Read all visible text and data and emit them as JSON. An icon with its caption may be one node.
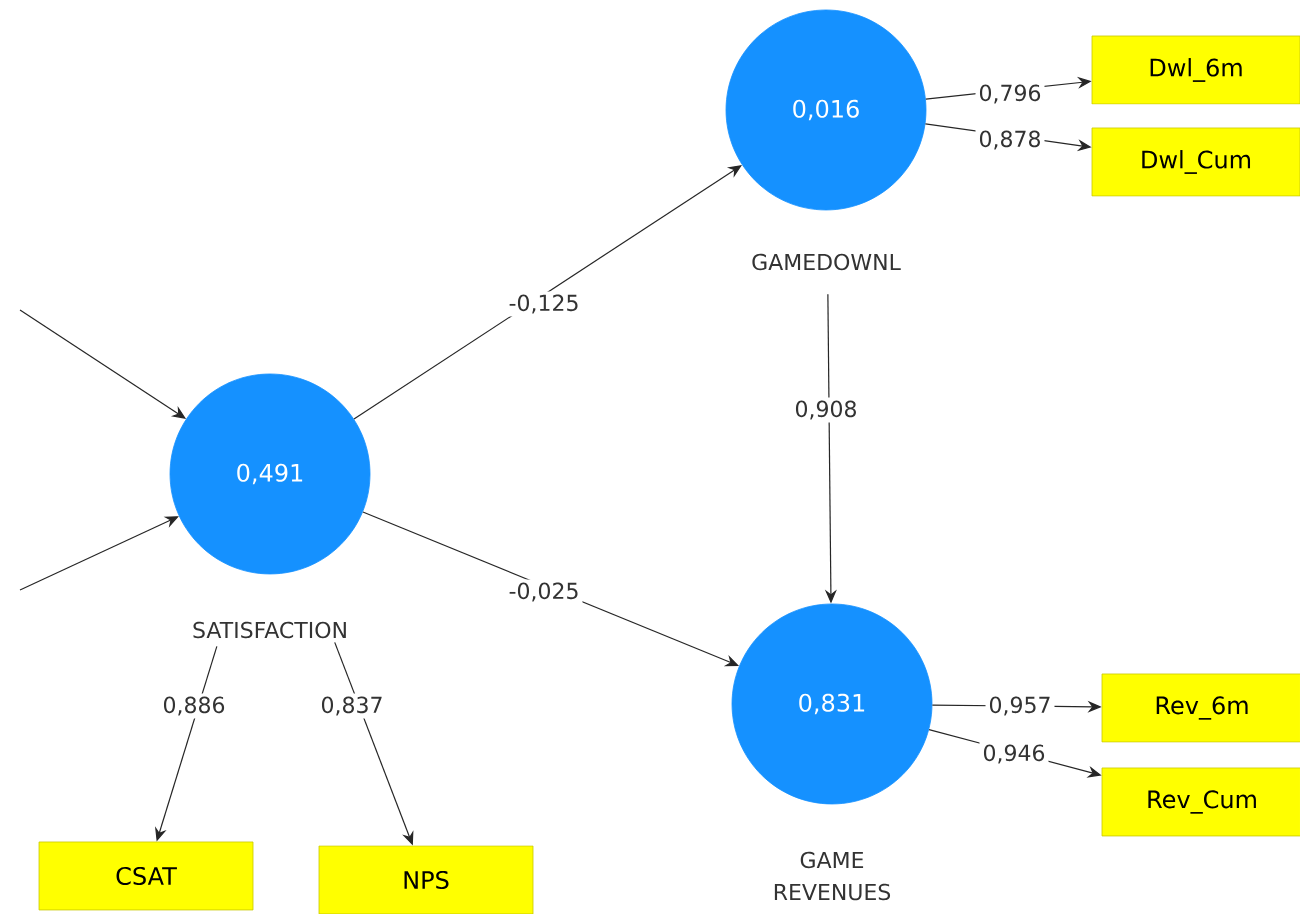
{
  "diagram": {
    "nodes": [
      {
        "text": [
          "0,491",
          "SATISFACTION"
        ]
      },
      {
        "text": [
          "0,016",
          "GAMEDOWNL"
        ]
      },
      {
        "text": [
          "0,831",
          "GAME REVENUES"
        ]
      },
      {
        "text": [
          "Dwl_6m"
        ]
      },
      {
        "text": [
          "Dwl_Cum"
        ]
      },
      {
        "text": [
          "Rev_6m"
        ]
      },
      {
        "text": [
          "Rev_Cum"
        ]
      },
      {
        "text": [
          "CSAT"
        ]
      },
      {
        "text": [
          "NPS"
        ]
      }
    ],
    "edges": [
      {
        "from": null,
        "to": 0,
        "arrow": "to"
      },
      {
        "from": null,
        "to": 0,
        "arrow": "to"
      },
      {
        "from": 0,
        "to": 1,
        "arrow": "to",
        "label": "-0,125"
      },
      {
        "from": 0,
        "to": 2,
        "arrow": "to",
        "label": "-0,025"
      },
      {
        "from": 1,
        "to": 2,
        "arrow": "to",
        "label": "0,908"
      },
      {
        "from": 0,
        "to": 7,
        "arrow": "to",
        "label": "0,886"
      },
      {
        "from": 0,
        "to": 8,
        "arrow": "to",
        "label": "0,837"
      },
      {
        "from": 1,
        "to": 3,
        "arrow": "to",
        "label": "0,796"
      },
      {
        "from": 1,
        "to": 4,
        "arrow": "to",
        "label": "0,878"
      },
      {
        "from": 2,
        "to": 5,
        "arrow": "to",
        "label": "0,957"
      },
      {
        "from": 2,
        "to": 6,
        "arrow": "to",
        "label": "0,946"
      }
    ]
  }
}
